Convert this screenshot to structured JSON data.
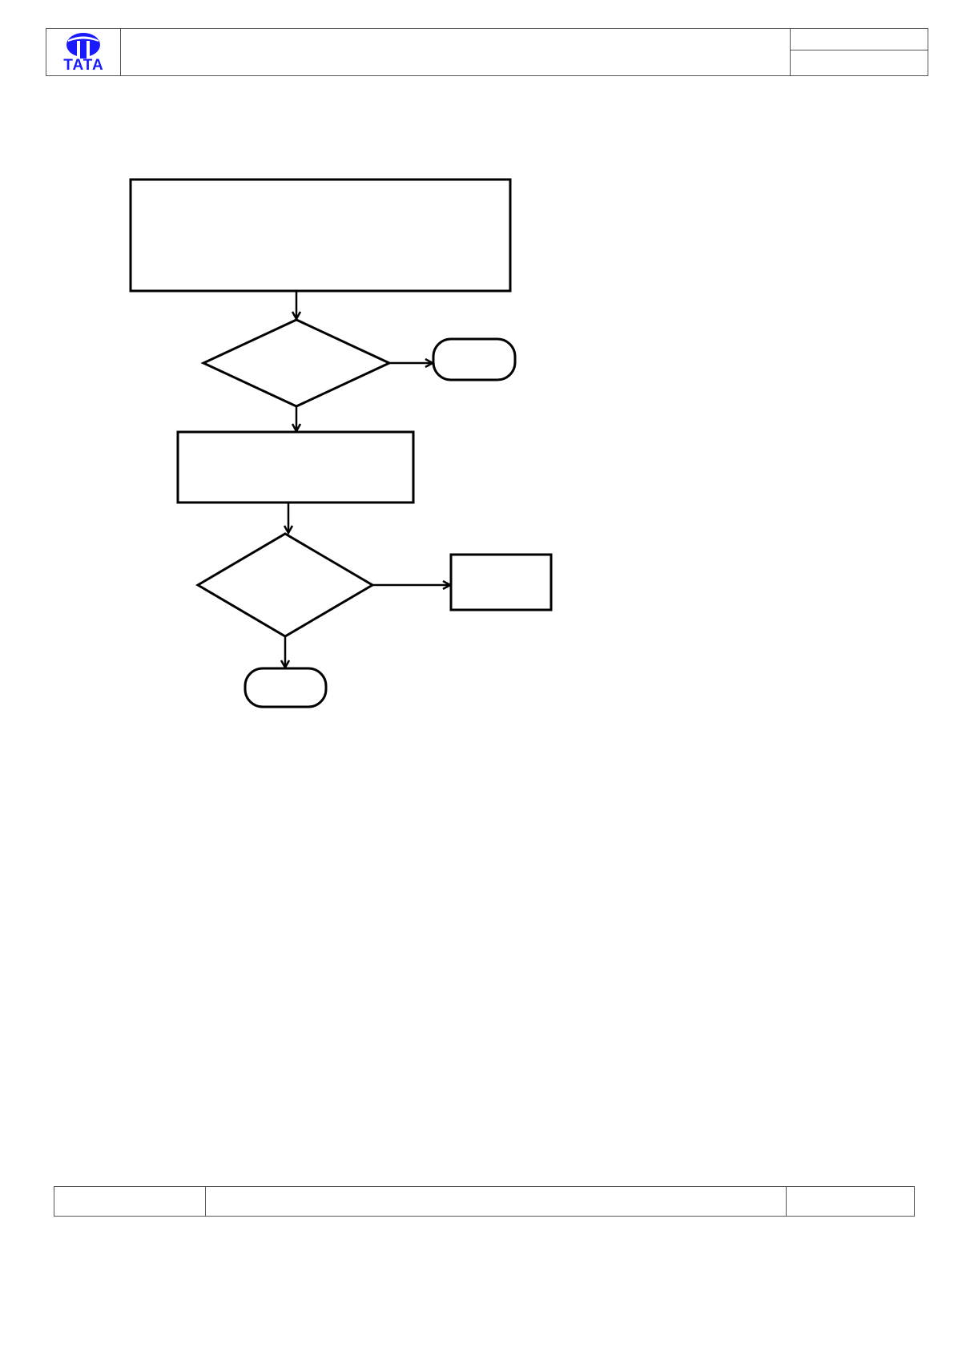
{
  "header": {
    "logo_text": "TATA",
    "logo_color": "#1a1aff",
    "title": "",
    "doc_field_top": "",
    "doc_field_bottom": ""
  },
  "flowchart": {
    "steps": [
      {
        "id": "process-1",
        "shape": "rectangle",
        "label": ""
      },
      {
        "id": "decision-1",
        "shape": "diamond",
        "label": ""
      },
      {
        "id": "terminal-1",
        "shape": "rounded",
        "label": ""
      },
      {
        "id": "process-2",
        "shape": "rectangle",
        "label": ""
      },
      {
        "id": "decision-2",
        "shape": "diamond",
        "label": ""
      },
      {
        "id": "process-3",
        "shape": "rectangle",
        "label": ""
      },
      {
        "id": "terminal-2",
        "shape": "rounded",
        "label": ""
      }
    ]
  },
  "footer": {
    "left": "",
    "center": "",
    "right": ""
  }
}
